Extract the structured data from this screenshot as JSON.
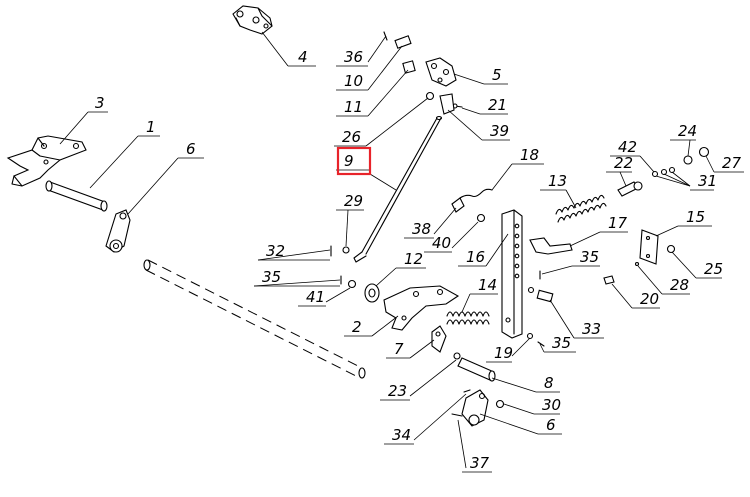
{
  "diagram": {
    "highlight_color": "#e8232a",
    "highlighted_callout": "9",
    "callouts": [
      {
        "id": "c1",
        "label": "1"
      },
      {
        "id": "c2",
        "label": "2"
      },
      {
        "id": "c3",
        "label": "3"
      },
      {
        "id": "c4",
        "label": "4"
      },
      {
        "id": "c5",
        "label": "5"
      },
      {
        "id": "c6a",
        "label": "6"
      },
      {
        "id": "c6b",
        "label": "6"
      },
      {
        "id": "c7",
        "label": "7"
      },
      {
        "id": "c8",
        "label": "8"
      },
      {
        "id": "c9",
        "label": "9"
      },
      {
        "id": "c10",
        "label": "10"
      },
      {
        "id": "c11",
        "label": "11"
      },
      {
        "id": "c12",
        "label": "12"
      },
      {
        "id": "c13",
        "label": "13"
      },
      {
        "id": "c14",
        "label": "14"
      },
      {
        "id": "c15",
        "label": "15"
      },
      {
        "id": "c16",
        "label": "16"
      },
      {
        "id": "c17",
        "label": "17"
      },
      {
        "id": "c18",
        "label": "18"
      },
      {
        "id": "c19",
        "label": "19"
      },
      {
        "id": "c20",
        "label": "20"
      },
      {
        "id": "c21",
        "label": "21"
      },
      {
        "id": "c22",
        "label": "22"
      },
      {
        "id": "c23",
        "label": "23"
      },
      {
        "id": "c24",
        "label": "24"
      },
      {
        "id": "c25",
        "label": "25"
      },
      {
        "id": "c26",
        "label": "26"
      },
      {
        "id": "c27",
        "label": "27"
      },
      {
        "id": "c28",
        "label": "28"
      },
      {
        "id": "c29",
        "label": "29"
      },
      {
        "id": "c30",
        "label": "30"
      },
      {
        "id": "c31",
        "label": "31"
      },
      {
        "id": "c32",
        "label": "32"
      },
      {
        "id": "c33",
        "label": "33"
      },
      {
        "id": "c34",
        "label": "34"
      },
      {
        "id": "c35a",
        "label": "35"
      },
      {
        "id": "c35b",
        "label": "35"
      },
      {
        "id": "c35c",
        "label": "35"
      },
      {
        "id": "c36",
        "label": "36"
      },
      {
        "id": "c37",
        "label": "37"
      },
      {
        "id": "c38",
        "label": "38"
      },
      {
        "id": "c39",
        "label": "39"
      },
      {
        "id": "c40",
        "label": "40"
      },
      {
        "id": "c41",
        "label": "41"
      },
      {
        "id": "c42",
        "label": "42"
      }
    ]
  }
}
